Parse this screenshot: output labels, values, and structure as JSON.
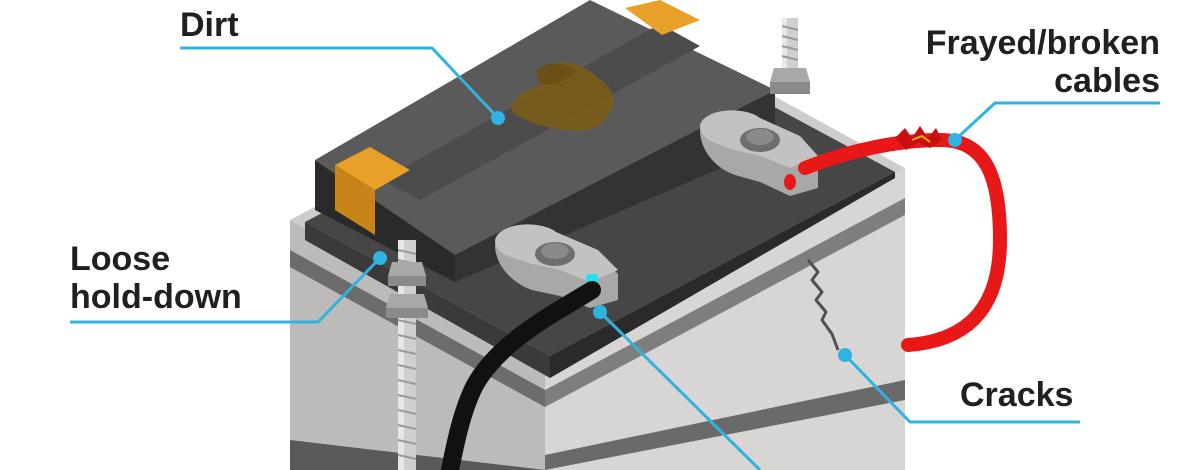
{
  "labels": {
    "dirt": "Dirt",
    "frayed_line1": "Frayed/broken",
    "frayed_line2": "cables",
    "loose_line1": "Loose",
    "loose_line2": "hold-down",
    "cracks": "Cracks"
  },
  "colors": {
    "callout_line": "#2fb3e0",
    "label_text": "#202020",
    "lid_top": "#545454",
    "case_light": "#d8d6d4",
    "case_dark_band": "#6c6c6c",
    "accent_orange": "#e8a028",
    "cable_red": "#e81818",
    "cable_black": "#111111",
    "terminal_gray": "#b8b8b8",
    "dirt_stain": "#7a5a18"
  }
}
